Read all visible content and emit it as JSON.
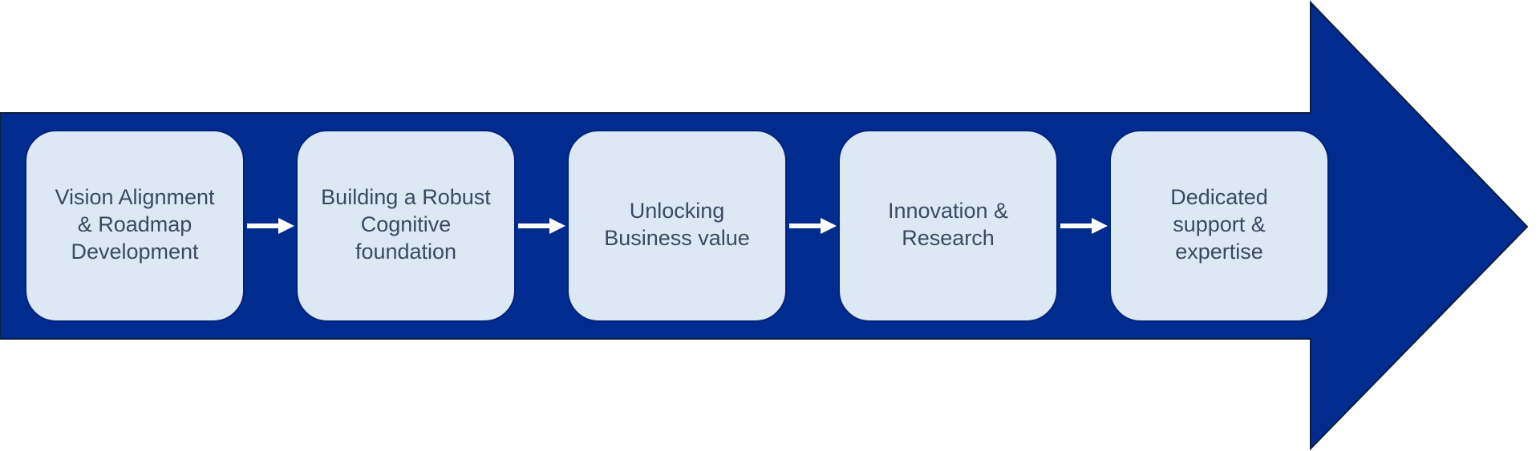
{
  "diagram": {
    "colors": {
      "arrow_fill": "#012C8F",
      "arrow_stroke": "#0A1E3D",
      "box_fill": "#DCE8F4",
      "box_stroke": "#00237A",
      "text": "#3A4A63",
      "connector": "#FFFFFF"
    },
    "steps": [
      {
        "lines": [
          "Vision Alignment",
          "& Roadmap",
          "Development"
        ]
      },
      {
        "lines": [
          "Building a Robust",
          "Cognitive",
          "foundation"
        ]
      },
      {
        "lines": [
          "Unlocking",
          "Business value"
        ]
      },
      {
        "lines": [
          "Innovation &",
          "Research"
        ]
      },
      {
        "lines": [
          "Dedicated",
          "support &",
          "expertise"
        ]
      }
    ]
  }
}
